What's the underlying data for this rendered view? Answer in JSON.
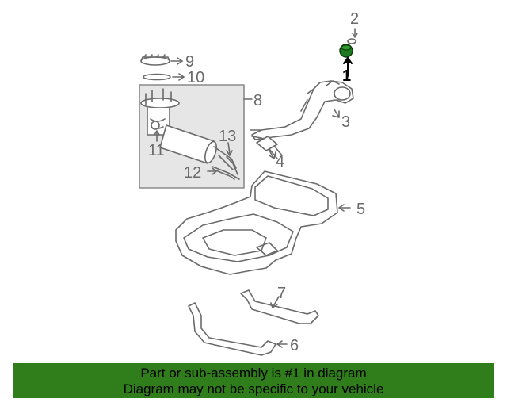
{
  "diagram": {
    "callouts": [
      {
        "id": "1",
        "label": "1"
      },
      {
        "id": "2",
        "label": "2"
      },
      {
        "id": "3",
        "label": "3"
      },
      {
        "id": "4",
        "label": "4"
      },
      {
        "id": "5",
        "label": "5"
      },
      {
        "id": "6",
        "label": "6"
      },
      {
        "id": "7",
        "label": "7"
      },
      {
        "id": "8",
        "label": "8"
      },
      {
        "id": "9",
        "label": "9"
      },
      {
        "id": "10",
        "label": "10"
      },
      {
        "id": "11",
        "label": "11"
      },
      {
        "id": "12",
        "label": "12"
      },
      {
        "id": "13",
        "label": "13"
      }
    ],
    "highlight_part": "1",
    "colors": {
      "line": "#6a6a6a",
      "highlight": "#1f7a1f",
      "box_fill": "#e6e6e6",
      "banner": "#2f7d1b"
    }
  },
  "banner": {
    "line1": "Part or sub-assembly is #1 in diagram",
    "line2": "Diagram may not be specific to your vehicle"
  }
}
